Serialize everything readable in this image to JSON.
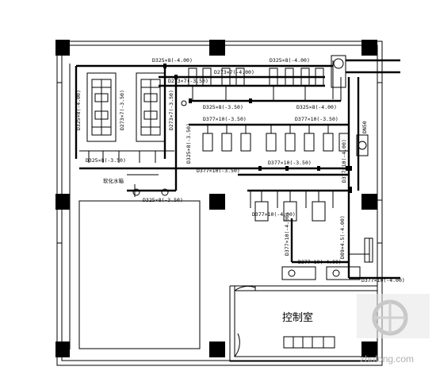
{
  "plan": {
    "room_label": "控制室",
    "pipe_labels": {
      "main_top_left": "D325×8(-4.00)",
      "main_top_right": "D325×8(-4.00)",
      "hdr_a": "D273×7(-4.00)",
      "hdr_b": "D273×7(-3.50)",
      "left_vertical": "D325×8(-4.00)",
      "mid_vert_a": "D273×7(-3.50)",
      "mid_vert_b": "D273×7(-3.50)",
      "hdr_c_left": "D325×8(-3.50)",
      "hdr_c_right": "D325×8(-4.00)",
      "vert_d": "D325×8(-3.50)",
      "hdr_e_left": "D377×10(-3.50)",
      "hdr_e_right": "D377×10(-3.50)",
      "left_low": "D325×8(-3.50)",
      "left_bottom": "D325×8(-3.50)",
      "mid_low": "D377×10(-3.50)",
      "mid_low_b": "D377×10(-3.50)",
      "right_vert": "D377×10(-4.00)",
      "pump_row": "D377×10(-4.00)",
      "vert_f": "D377×10(-4.00)",
      "vert_g": "D89×4.5(-4.00)",
      "bottom_h": "D377×10(-4.00)",
      "bottom_right": "D377×10(-4.00)",
      "side_right": "DN50"
    },
    "annotation": "软化水箱"
  },
  "watermark": {
    "text": "zhulong.com"
  }
}
